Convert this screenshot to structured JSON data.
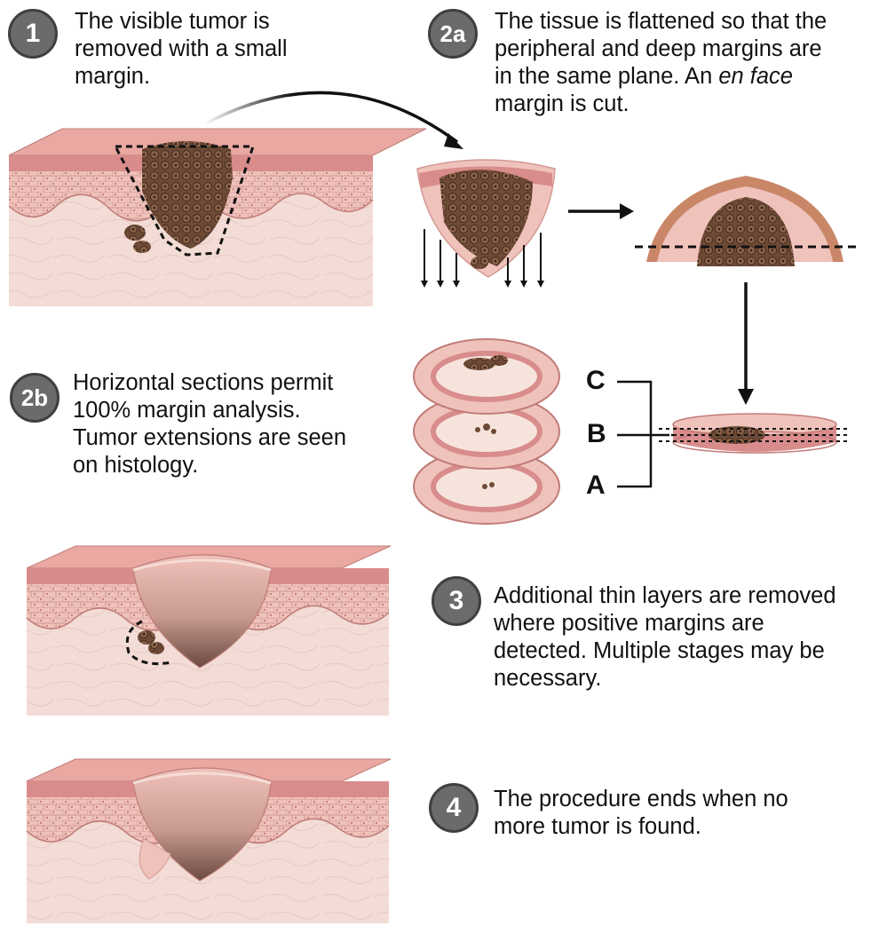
{
  "steps": {
    "s1": {
      "badge": "1",
      "lines": [
        "The visible tumor is",
        "removed with a small",
        "margin."
      ]
    },
    "s2a": {
      "badge": "2a",
      "line1": "The tissue is flattened so that the",
      "line2": "peripheral and deep margins are",
      "line3_pre": "in the same plane. An ",
      "line3_em": "en face",
      "line4": "margin is cut."
    },
    "s2b": {
      "badge": "2b",
      "lines": [
        "Horizontal sections permit",
        "100% margin analysis.",
        "Tumor extensions are seen",
        "on histology."
      ]
    },
    "s3": {
      "badge": "3",
      "lines": [
        "Additional thin layers are removed",
        "where positive margins are",
        "detected. Multiple stages may be",
        "necessary."
      ]
    },
    "s4": {
      "badge": "4",
      "lines": [
        "The procedure ends when no",
        "more tumor is found."
      ]
    }
  },
  "section_labels": {
    "c": "C",
    "b": "B",
    "a": "A"
  },
  "colors": {
    "badge": "#6b6b6b",
    "epidermis": "#d98c8c",
    "skin_surface": "#f0c4be",
    "dermis": "#f3dcd6",
    "tumor": "#6e4a36",
    "arrow": "#111111"
  }
}
